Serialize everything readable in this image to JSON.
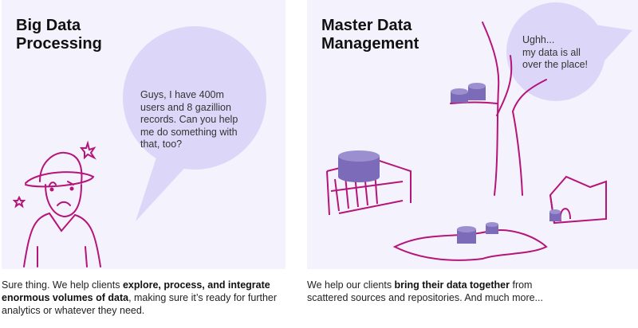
{
  "panels": [
    {
      "title_line1": "Big Data",
      "title_line2": "Processing",
      "bubble": [
        "Guys, I have 400m",
        "users and 8 gazillion",
        "records. Can you help",
        "me do something with",
        "that, too?"
      ],
      "caption": {
        "pre": "Sure thing. We help clients ",
        "bold": "explore, process, and integrate enormous volumes of data",
        "post": ", making sure it’s ready for further analytics or whatever they need."
      }
    },
    {
      "title_line1": "Master Data",
      "title_line2": "Management",
      "bubble": [
        "Ughh...",
        "my data is all",
        "over the place!"
      ],
      "caption": {
        "pre": "We help our clients ",
        "bold": "bring their data together",
        "post": " from scattered sources and repositories. And much more..."
      }
    }
  ],
  "colors": {
    "panel": "#f4f2fc",
    "bubble": "#dcd7f8",
    "ink": "#b5157a",
    "database": "#7b6bb8"
  }
}
